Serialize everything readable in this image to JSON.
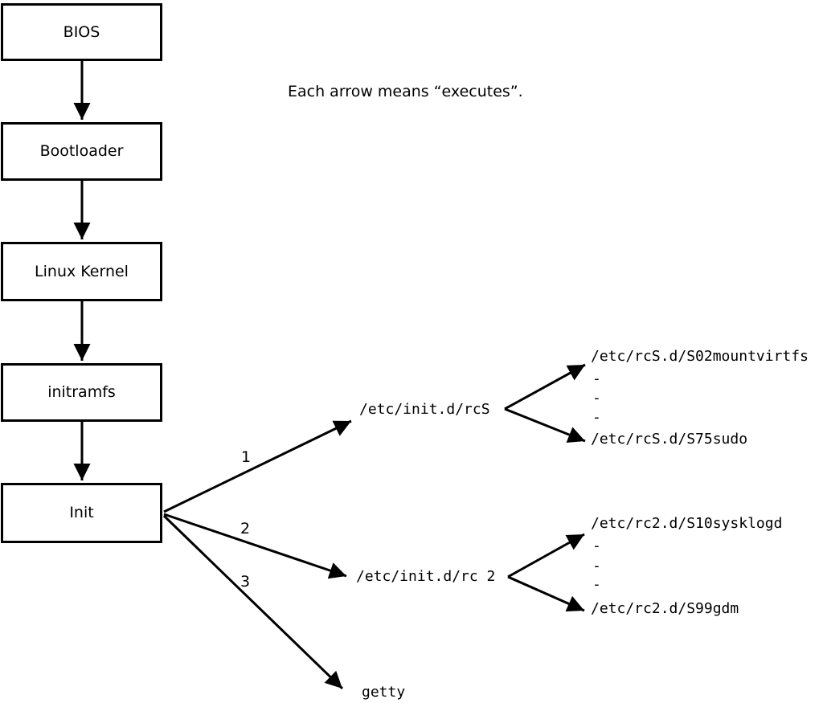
{
  "title_note": "Each arrow means “executes”.",
  "colors": {
    "stroke": "#000000",
    "background": "#ffffff",
    "text": "#000000"
  },
  "flow_boxes": [
    {
      "label": "BIOS"
    },
    {
      "label": "Bootloader"
    },
    {
      "label": "Linux Kernel"
    },
    {
      "label": "initramfs"
    },
    {
      "label": "Init"
    }
  ],
  "branches": [
    {
      "number": "1",
      "target": "/etc/init.d/rcS",
      "children": [
        "/etc/rcS.d/S02mountvirtfs",
        "-",
        "-",
        "-",
        "/etc/rcS.d/S75sudo"
      ]
    },
    {
      "number": "2",
      "target": "/etc/init.d/rc 2",
      "children": [
        "/etc/rc2.d/S10sysklogd",
        "-",
        "-",
        "-",
        "/etc/rc2.d/S99gdm"
      ]
    },
    {
      "number": "3",
      "target": "getty",
      "children": []
    }
  ]
}
